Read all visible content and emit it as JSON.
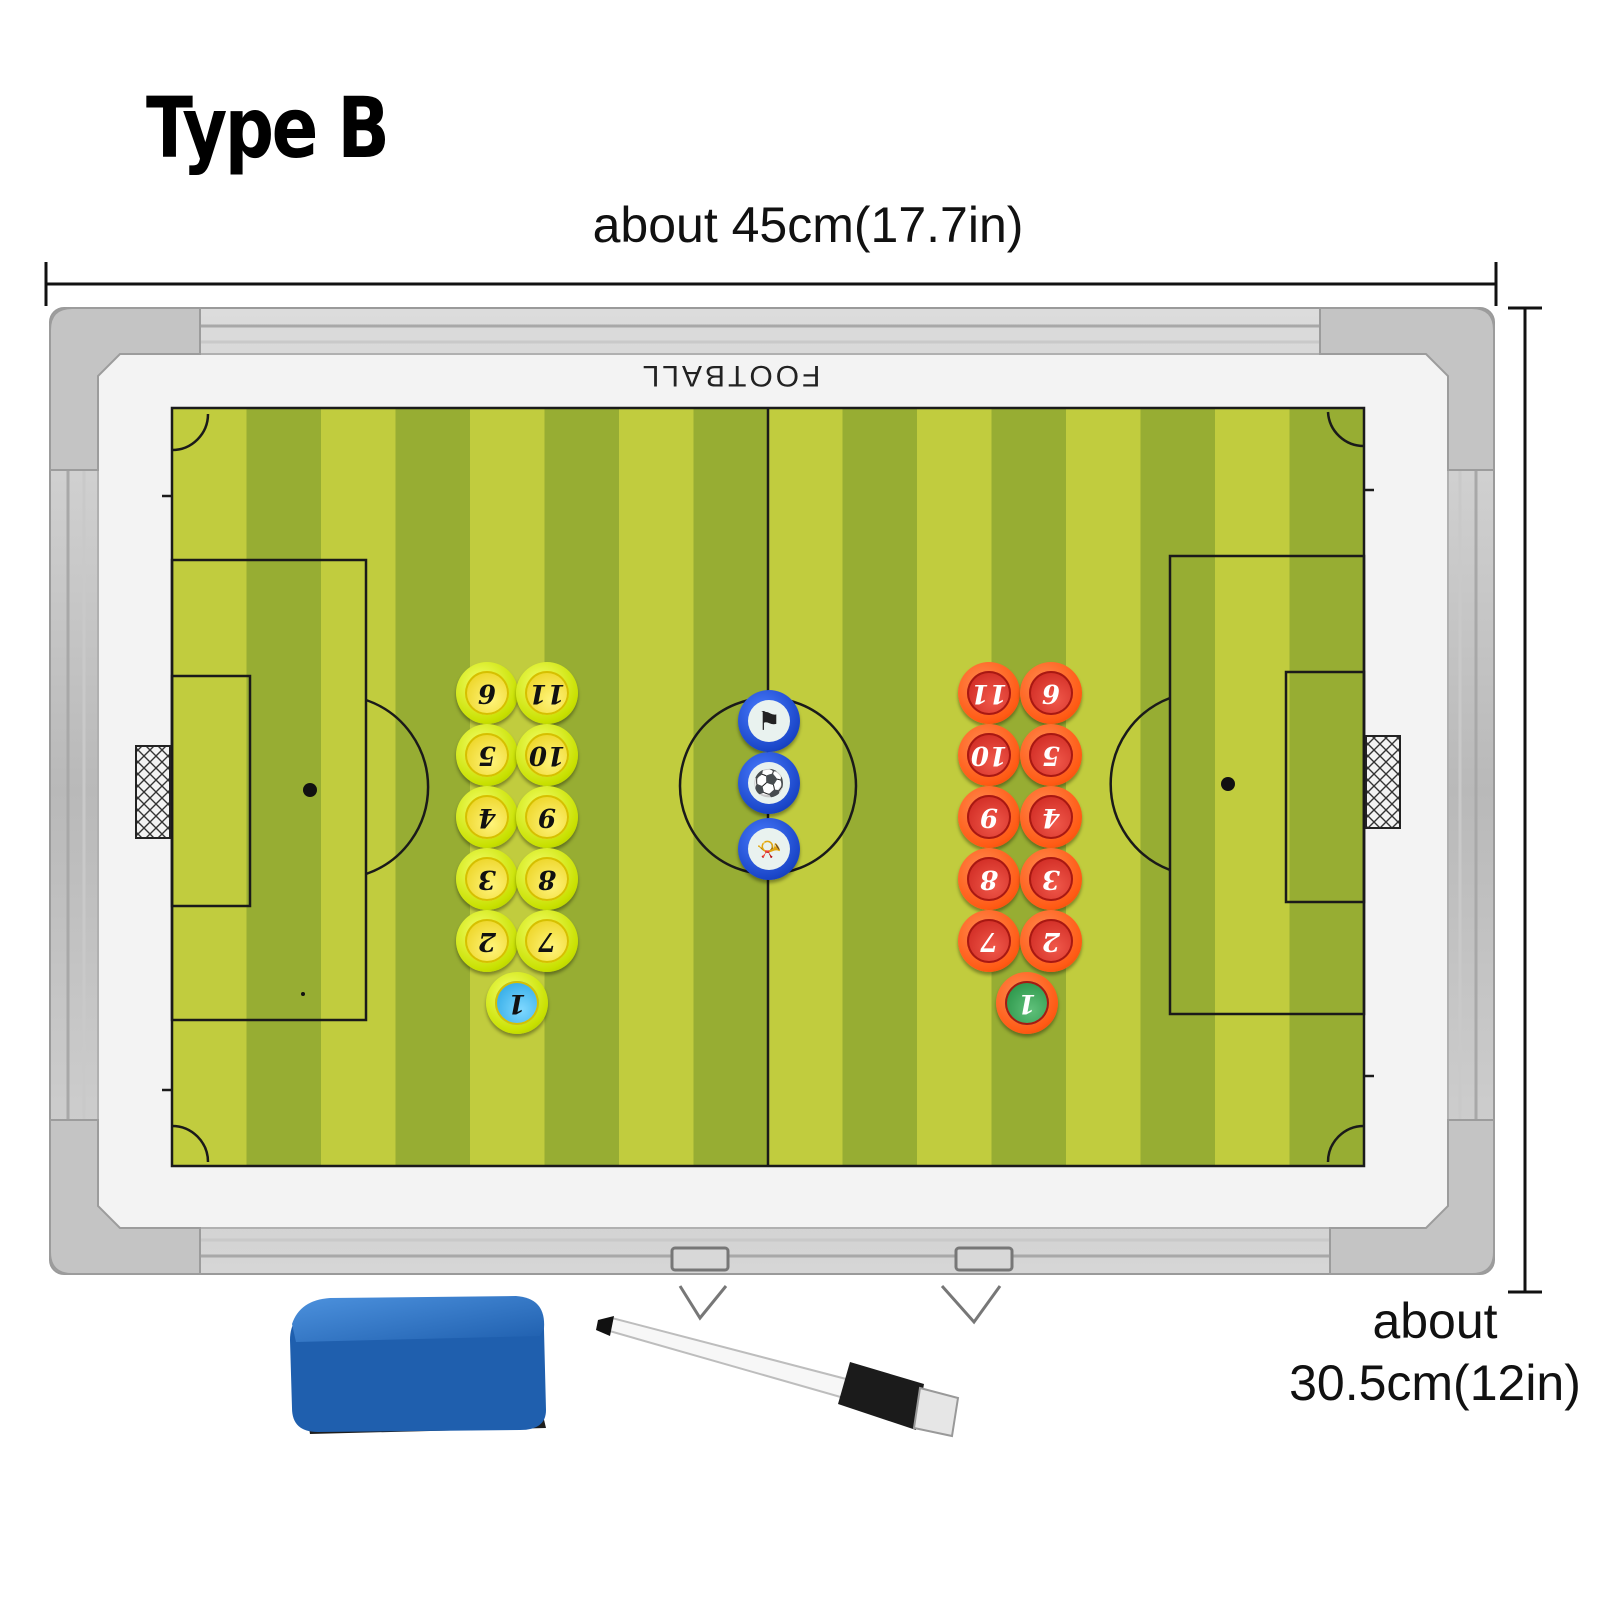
{
  "title": "Type B",
  "dimensions": {
    "width_label": "about 45cm(17.7in)",
    "height_label_line1": "about",
    "height_label_line2": "30.5cm(12in)"
  },
  "board": {
    "heading": "FOOTBALL"
  },
  "magnets": {
    "yellow_team": [
      "6",
      "11",
      "5",
      "10",
      "4",
      "9",
      "3",
      "8",
      "2",
      "7",
      "1"
    ],
    "red_team": [
      "11",
      "6",
      "10",
      "5",
      "9",
      "4",
      "8",
      "3",
      "7",
      "2",
      "1"
    ],
    "center_icons": [
      "flags-icon",
      "soccer-ball-icon",
      "whistle-icon"
    ]
  },
  "colors": {
    "pitch_light": "#c1cc3e",
    "pitch_dark": "#97ad33",
    "yellow_magnet": "#e8e000",
    "red_magnet": "#ff5a14",
    "eraser": "#2f78c8"
  }
}
